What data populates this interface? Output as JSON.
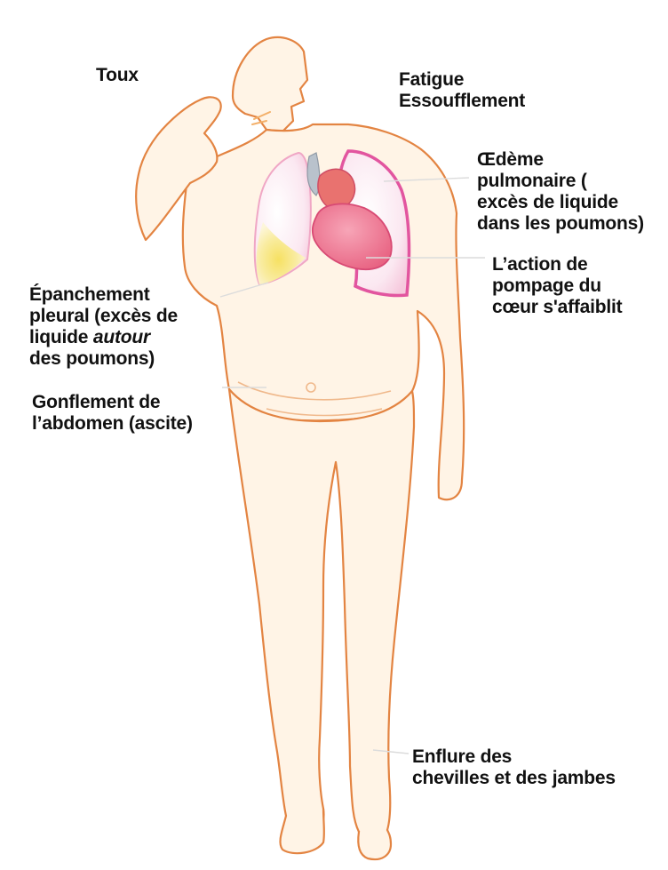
{
  "labels": {
    "toux": "Toux",
    "fatigue_line1": "Fatigue",
    "fatigue_line2": "Essoufflement",
    "oedeme_line1": "Œdème",
    "oedeme_line2": "pulmonaire (",
    "oedeme_line3": "excès de liquide",
    "oedeme_line4": "dans les poumons)",
    "action_line1": "L’action de",
    "action_line2": "pompage du",
    "action_line3": "cœur s'affaiblit",
    "epanchement_line1": "Épanchement",
    "epanchement_line2": "pleural (excès de",
    "epanchement_line3a": "liquide ",
    "epanchement_line3b": "autour",
    "epanchement_line4": "des poumons)",
    "gonflement_line1": "Gonflement de",
    "gonflement_line2": "l’abdomen (ascite)",
    "enflure_line1": "Enflure des",
    "enflure_line2": "chevilles et des jambes"
  },
  "colors": {
    "outline": "#e0803a",
    "skin": "#fff3e4",
    "lung_edge": "#e2559f",
    "lung_fill": "#fbe3ee",
    "heart": "#ea5e7e",
    "fluid": "#f4dc5a",
    "leader": "#d9d9d9"
  }
}
